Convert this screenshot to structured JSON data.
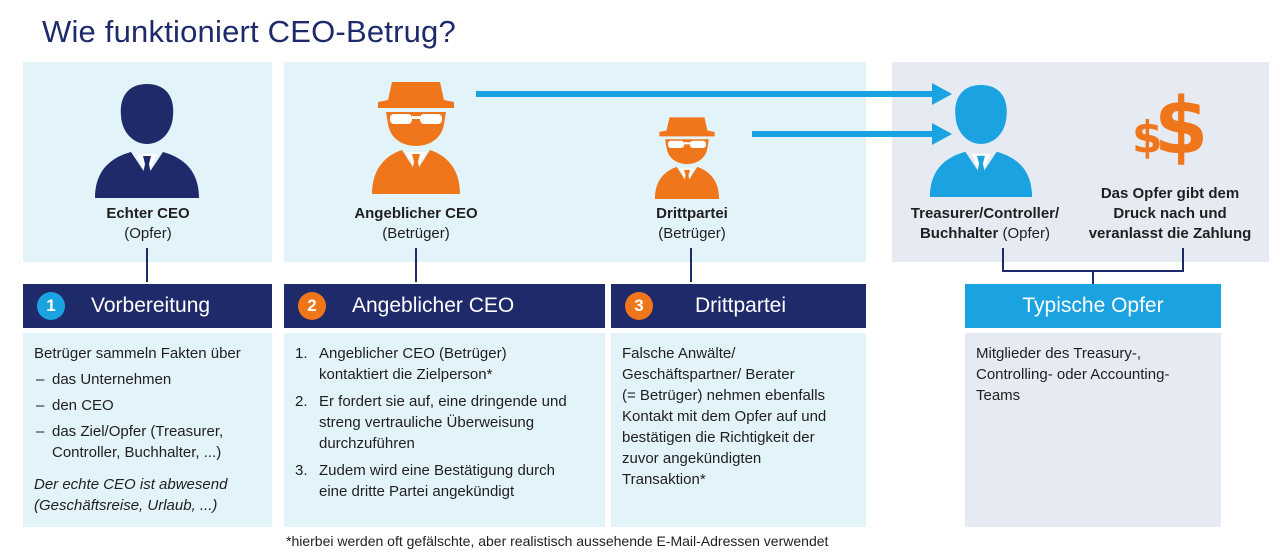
{
  "title": "Wie funktioniert CEO-Betrug?",
  "figures": {
    "echter_ceo": {
      "name": "Echter CEO",
      "role": "(Opfer)"
    },
    "angeblicher_ceo": {
      "name": "Angeblicher CEO",
      "role": "(Betrüger)"
    },
    "drittpartei": {
      "name": "Drittpartei",
      "role": "(Betrüger)"
    },
    "treasurer": {
      "name_line1": "Treasurer/Controller/",
      "name_line2": "Buchhalter",
      "role": "(Opfer)"
    },
    "zahlung": {
      "line1": "Das Opfer gibt dem",
      "line2": "Druck nach und",
      "line3": "veranlasst die Zahlung"
    }
  },
  "steps": [
    {
      "number": "1",
      "title": "Vorbereitung"
    },
    {
      "number": "2",
      "title": "Angeblicher CEO"
    },
    {
      "number": "3",
      "title": "Drittpartei"
    }
  ],
  "victims_header": "Typische Opfer",
  "step1": {
    "intro": "Betrüger sammeln Fakten über",
    "items": [
      "das Unternehmen",
      "den CEO",
      "das Ziel/Opfer (Treasurer,",
      "Controller, Buchhalter, ...)"
    ],
    "dash": "–",
    "note_line1": "Der echte CEO ist abwesend",
    "note_line2": "(Geschäftsreise, Urlaub, ...)"
  },
  "step2": {
    "items": [
      {
        "n": "1.",
        "l1": "Angeblicher CEO (Betrüger)",
        "l2": "kontaktiert die Zielperson*",
        "l3": ""
      },
      {
        "n": "2.",
        "l1": "Er fordert sie auf, eine dringende und",
        "l2": "streng vertrauliche Überweisung",
        "l3": "durchzuführen"
      },
      {
        "n": "3.",
        "l1": "Zudem wird eine Bestätigung durch",
        "l2": "eine dritte Partei angekündigt",
        "l3": ""
      }
    ]
  },
  "step3": {
    "lines": [
      "Falsche Anwälte/",
      "Geschäftspartner/ Berater",
      "(= Betrüger) nehmen ebenfalls",
      "Kontakt mit dem Opfer auf und",
      "bestätigen die Richtigkeit der",
      "zuvor angekündigten",
      "Transaktion*"
    ]
  },
  "victims": {
    "lines": [
      "Mitglieder des Treasury-,",
      "Controlling- oder Accounting-",
      "Teams"
    ]
  },
  "footnote": "*hierbei werden oft gefälschte, aber realistisch aussehende E-Mail-Adressen verwendet",
  "dollar_symbol": "$",
  "colors": {
    "navy": "#1f2a6b",
    "light_blue": "#1aa3e0",
    "orange": "#f0761b",
    "panel_light": "#e3f3fa",
    "panel_grey": "#e6eaf3"
  }
}
